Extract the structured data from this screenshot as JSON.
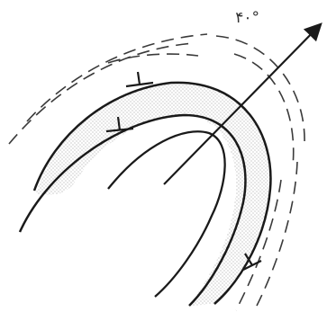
{
  "diagram": {
    "type": "fold",
    "plunge_label": "۴۰°",
    "colors": {
      "stroke": "#1a1a1a",
      "dash": "#3a3a3a",
      "stipple": "#8a8a8a",
      "background": "#ffffff"
    },
    "icons": {
      "bedding_symbol": "strike-dip-symbol",
      "axis": "arrow-icon"
    }
  }
}
